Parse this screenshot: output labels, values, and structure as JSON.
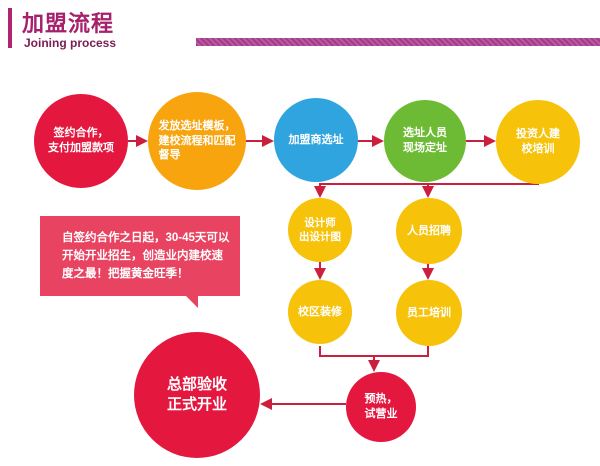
{
  "header": {
    "title_zh": "加盟流程",
    "title_en": "Joining process"
  },
  "colors": {
    "brand": "#a6206b",
    "red": "#e4173f",
    "orange": "#f7a40e",
    "blue": "#2fa4df",
    "green": "#6dbb34",
    "yellow": "#f6c20a",
    "connector": "#cc1f3d"
  },
  "steps": {
    "s1": "签约合作，\n支付加盟款项",
    "s2": "发放选址模板，\n建校流程和匹配\n督导",
    "s3": "加盟商选址",
    "s4": "选址人员\n现场定址",
    "s5": "投资人建\n校培训",
    "s6": "设计师\n出设计图",
    "s7": "人员招聘",
    "s8": "校区装修",
    "s9": "员工培训",
    "s10": "预热，\n试营业",
    "s11": "总部验收\n正式开业"
  },
  "note": "自签约合作之日起，30-45天可以开始开业招生，创造业内建校速度之最！把握黄金旺季！"
}
